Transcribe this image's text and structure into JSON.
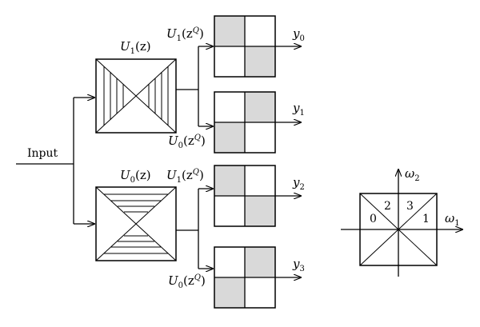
{
  "input_label": "Input",
  "filters": {
    "top": {
      "symbol": "U",
      "index": "1",
      "arg": "(z)"
    },
    "bottom": {
      "symbol": "U",
      "index": "0",
      "arg": "(z)"
    }
  },
  "branches": [
    {
      "symbol": "U",
      "index": "1",
      "open": "(z",
      "sup": "Q",
      "close": ")"
    },
    {
      "symbol": "U",
      "index": "0",
      "open": "(z",
      "sup": "Q",
      "close": ")"
    },
    {
      "symbol": "U",
      "index": "1",
      "open": "(z",
      "sup": "Q",
      "close": ")"
    },
    {
      "symbol": "U",
      "index": "0",
      "open": "(z",
      "sup": "Q",
      "close": ")"
    }
  ],
  "outputs": [
    {
      "symbol": "y",
      "index": "0"
    },
    {
      "symbol": "y",
      "index": "1"
    },
    {
      "symbol": "y",
      "index": "2"
    },
    {
      "symbol": "y",
      "index": "3"
    }
  ],
  "freq_plane": {
    "x_axis": {
      "symbol": "ω",
      "index": "1"
    },
    "y_axis": {
      "symbol": "ω",
      "index": "2"
    },
    "regions": [
      "0",
      "1",
      "2",
      "3"
    ]
  },
  "colors": {
    "shade": "#d9d9d9",
    "line": "#000000",
    "background": "#ffffff"
  }
}
